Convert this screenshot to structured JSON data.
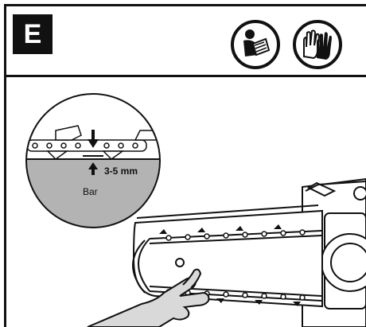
{
  "step": {
    "label": "E"
  },
  "icons": [
    "read-manual-icon",
    "wear-gloves-icon"
  ],
  "detail": {
    "gap_label": "3-5 mm",
    "bar_label": "Bar"
  },
  "colors": {
    "ink": "#111111",
    "bar_gray": "#b3b3b3",
    "glove_gray": "#d9d9d9"
  }
}
